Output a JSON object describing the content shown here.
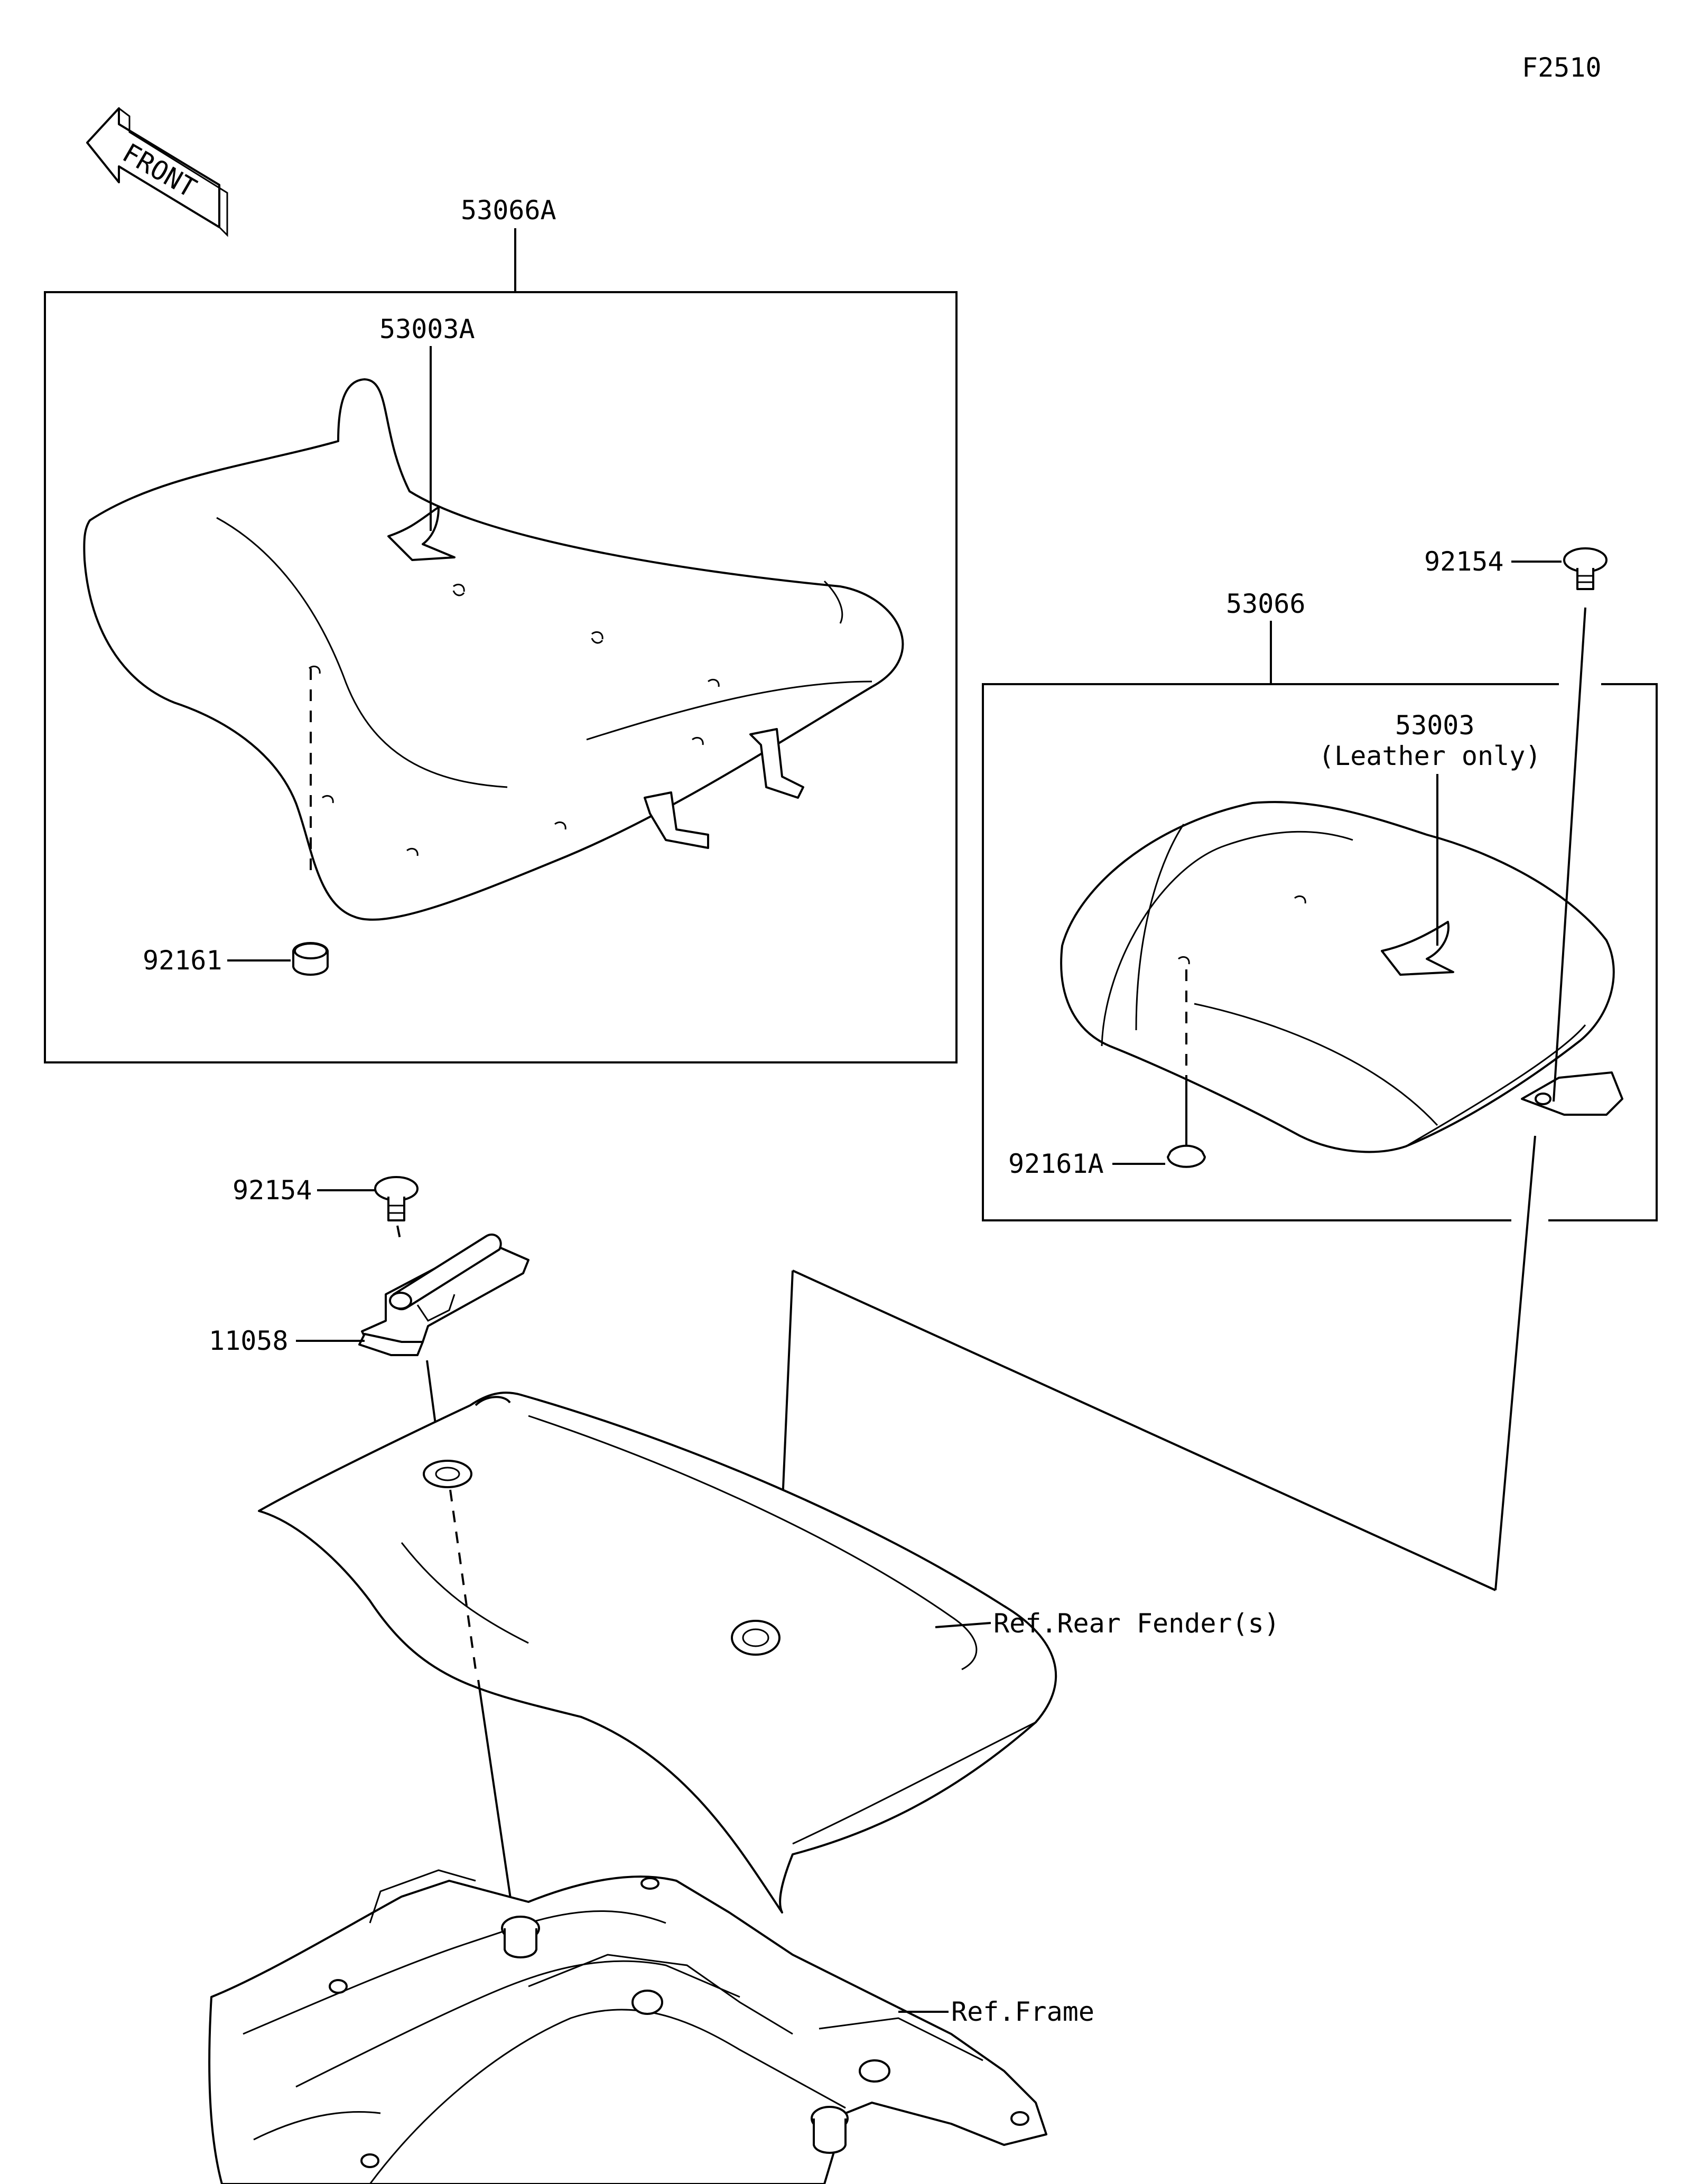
{
  "figure_code": "F2510",
  "front_label": "FRONT",
  "labels": {
    "rider_seat_assy": "53066A",
    "rider_seat_cover": "53003A",
    "rider_damper": "92161",
    "pillion_bolt": "92154",
    "pillion_seat_assy": "53066",
    "pillion_seat_cover": "53003",
    "pillion_seat_cover_note": "(Leather only)",
    "pillion_damper": "92161A",
    "bracket_bolt": "92154",
    "bracket": "11058",
    "rear_fender_ref": "Ref.Rear Fender(s)",
    "frame_ref": "Ref.Frame"
  }
}
